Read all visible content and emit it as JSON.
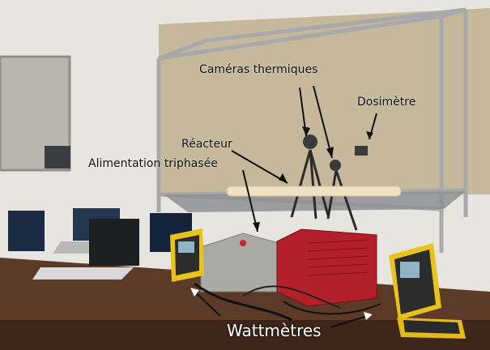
{
  "labels": {
    "cameras": "Caméras thermiques",
    "dosimeter": "Dosimètre",
    "reactor": "Réacteur",
    "power_supply": "Alimentation triphasée",
    "wattmeters": "Wattmètres"
  },
  "colors": {
    "wall": "#e6e4de",
    "board": "#c8bfa8",
    "table": "#5a3826",
    "red_device": "#b3202a",
    "yellow_meter": "#e9c21a"
  }
}
